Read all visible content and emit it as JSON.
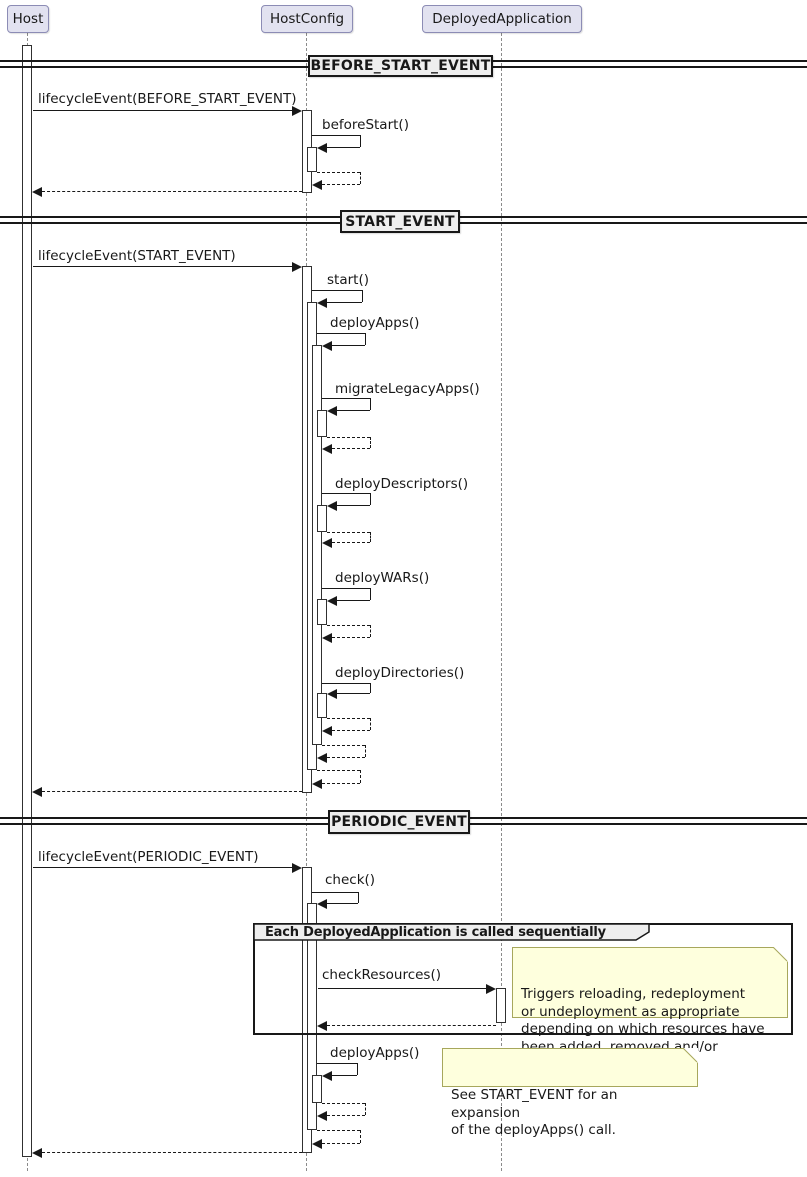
{
  "participants": {
    "host": "Host",
    "hostconfig": "HostConfig",
    "deployedapplication": "DeployedApplication"
  },
  "dividers": {
    "before_start": "BEFORE_START_EVENT",
    "start": "START_EVENT",
    "periodic": "PERIODIC_EVENT"
  },
  "messages": {
    "lifecycle_before": "lifecycleEvent(BEFORE_START_EVENT)",
    "before_start_call": "beforeStart()",
    "lifecycle_start": "lifecycleEvent(START_EVENT)",
    "start_call": "start()",
    "deploy_apps_call": "deployApps()",
    "migrate_legacy_apps_call": "migrateLegacyApps()",
    "deploy_descriptors_call": "deployDescriptors()",
    "deploy_wars_call": "deployWARs()",
    "deploy_directories_call": "deployDirectories()",
    "lifecycle_periodic": "lifecycleEvent(PERIODIC_EVENT)",
    "check_call": "check()",
    "check_resources_call": "checkResources()",
    "deploy_apps_periodic_call": "deployApps()"
  },
  "group": {
    "label": "Each DeployedApplication is called sequentially"
  },
  "notes": {
    "check_resources_note": "Triggers reloading, redeployment\nor undeployment as appropriate\ndepending on which resources have\nbeen added, removed and/or changed.",
    "deploy_apps_note": "See START_EVENT for an expansion\nof the deployApps() call."
  },
  "colors": {
    "participant_fill": "#E2E2F0",
    "participant_border": "#8C8CB5",
    "note_fill": "#FEFFDD",
    "note_border": "#A7A75C",
    "divider_fill": "#EEEEEE",
    "line": "#181818",
    "lifeline": "#8B8B8B",
    "activation_fill": "#FFFFFF"
  }
}
